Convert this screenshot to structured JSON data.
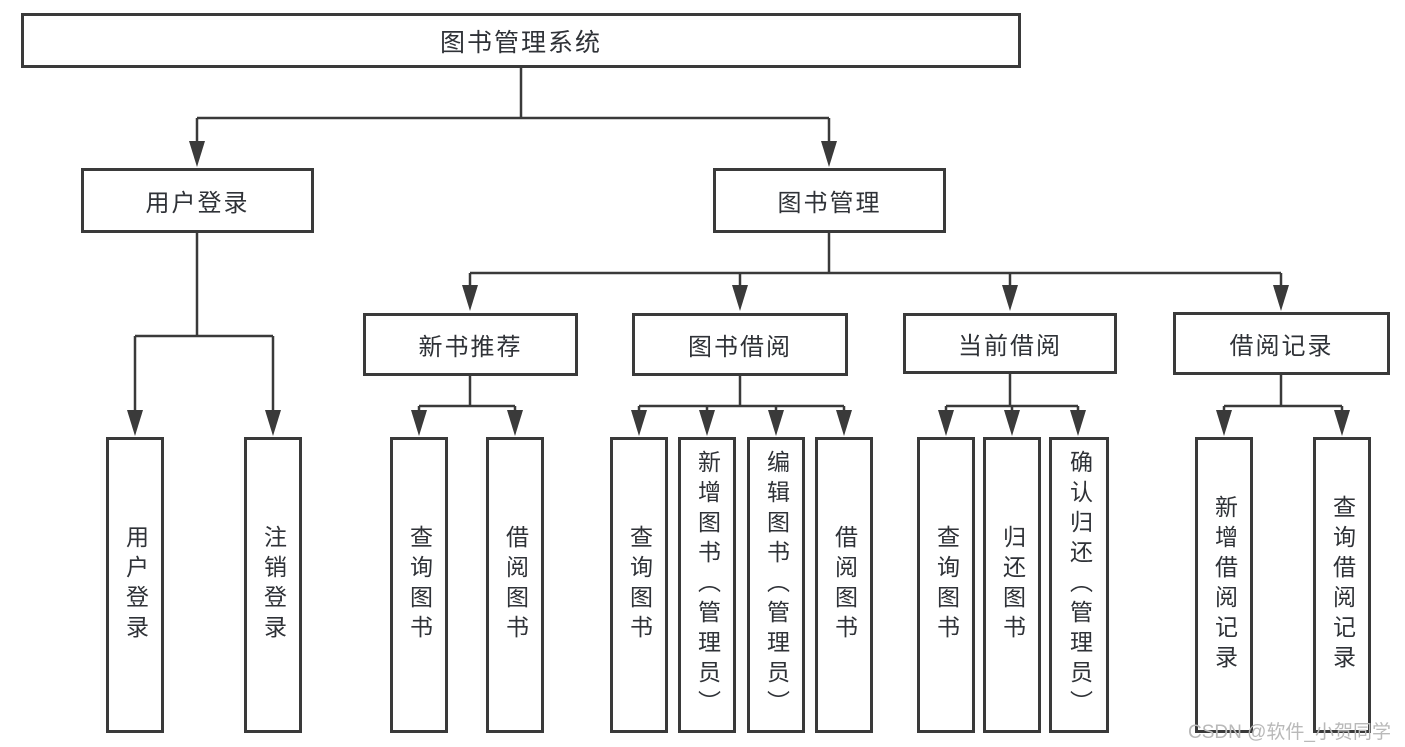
{
  "diagram_type": "hierarchy-tree",
  "colors": {
    "background": "#ffffff",
    "line": "#3a3a3a",
    "box_border": "#3a3a3a",
    "text": "#2f3237",
    "watermark": "#b9b9b9"
  },
  "tree": {
    "label": "图书管理系统",
    "children": [
      {
        "label": "用户登录",
        "children": [
          {
            "label": "用户登录"
          },
          {
            "label": "注销登录"
          }
        ]
      },
      {
        "label": "图书管理",
        "children": [
          {
            "label": "新书推荐",
            "children": [
              {
                "label": "查询图书"
              },
              {
                "label": "借阅图书"
              }
            ]
          },
          {
            "label": "图书借阅",
            "children": [
              {
                "label": "查询图书"
              },
              {
                "label": "新增图书（管理员）"
              },
              {
                "label": "编辑图书（管理员）"
              },
              {
                "label": "借阅图书"
              }
            ]
          },
          {
            "label": "当前借阅",
            "children": [
              {
                "label": "查询图书"
              },
              {
                "label": "归还图书"
              },
              {
                "label": "确认归还（管理员）"
              }
            ]
          },
          {
            "label": "借阅记录",
            "children": [
              {
                "label": "新增借阅记录"
              },
              {
                "label": "查询借阅记录"
              }
            ]
          }
        ]
      }
    ]
  },
  "watermark": "CSDN @软件_小贺同学"
}
